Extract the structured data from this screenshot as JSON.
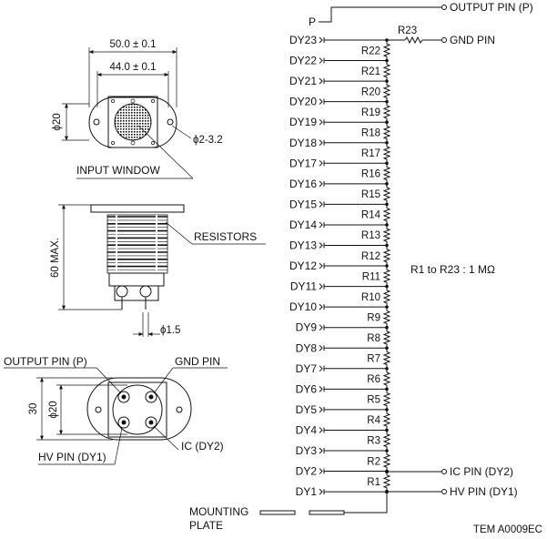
{
  "labels": {
    "output_pin_p": "OUTPUT PIN (P)",
    "p": "P",
    "gnd_pin": "GND PIN",
    "r23": "R23",
    "ic_pin": "IC PIN (DY2)",
    "hv_pin": "HV PIN (DY1)",
    "resistance_note": "R1 to R23 : 1 MΩ",
    "mounting_plate_1": "MOUNTING",
    "mounting_plate_2": "PLATE",
    "figure_code": "TEM A0009EC"
  },
  "dynodes": [
    "DY23",
    "DY22",
    "DY21",
    "DY20",
    "DY19",
    "DY18",
    "DY17",
    "DY16",
    "DY15",
    "DY14",
    "DY13",
    "DY12",
    "DY11",
    "DY10",
    "DY9",
    "DY8",
    "DY7",
    "DY6",
    "DY5",
    "DY4",
    "DY3",
    "DY2",
    "DY1"
  ],
  "resistors": [
    "R22",
    "R21",
    "R20",
    "R19",
    "R18",
    "R17",
    "R16",
    "R15",
    "R14",
    "R13",
    "R12",
    "R11",
    "R10",
    "R9",
    "R8",
    "R7",
    "R6",
    "R5",
    "R4",
    "R3",
    "R2",
    "R1"
  ],
  "dimensions": {
    "width_outer": "50.0 ± 0.1",
    "width_inner": "44.0 ± 0.1",
    "dia_20": "ϕ20",
    "hole": "ϕ2-3.2",
    "height": "60 MAX.",
    "pin": "ϕ1.5",
    "bottom_30": "30",
    "bottom_dia_20": "ϕ20"
  },
  "mechanical": {
    "input_window": "INPUT WINDOW",
    "resistors": "RESISTORS",
    "output_pin": "OUTPUT PIN (P)",
    "gnd_pin": "GND PIN",
    "ic_dy2": "IC (DY2)",
    "hv_pin": "HV PIN (DY1)"
  }
}
